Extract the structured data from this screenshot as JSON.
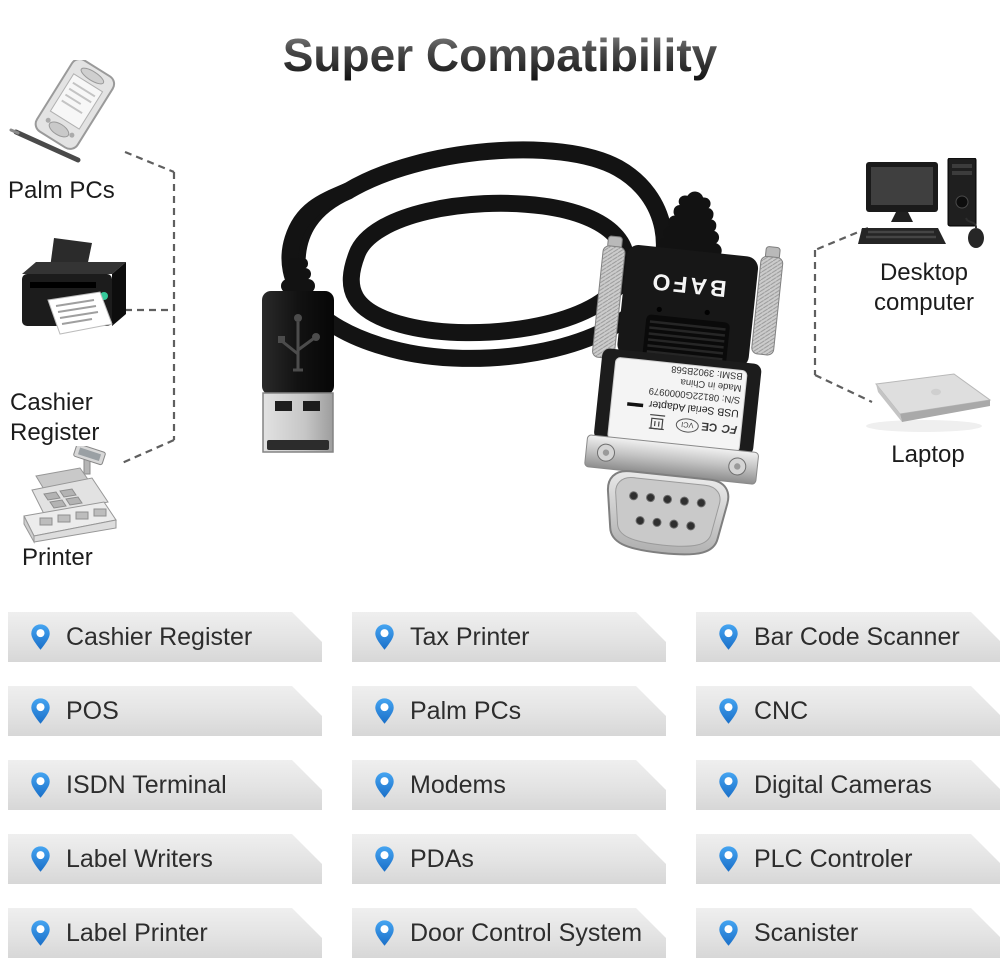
{
  "title": "Super Compatibility",
  "left_devices": [
    {
      "label": "Palm PCs",
      "icon": "palm-pc-icon"
    },
    {
      "label": "Cashier Register",
      "icon": "inkjet-printer-icon"
    },
    {
      "label": "Printer",
      "icon": "cash-register-icon"
    }
  ],
  "right_devices": [
    {
      "label": "Desktop computer",
      "icon": "desktop-computer-icon"
    },
    {
      "label": "Laptop",
      "icon": "laptop-icon"
    }
  ],
  "product": {
    "brand": "BAFO",
    "label_sticker": {
      "lines": [
        "USB Serial Adapter",
        "S/N: 08122G0000979",
        "Made in China",
        "BSMI: 3902B568"
      ],
      "marks": [
        "FC",
        "CE",
        "VCI"
      ]
    }
  },
  "compat": {
    "items": [
      {
        "label": "Cashier Register"
      },
      {
        "label": "Tax Printer"
      },
      {
        "label": "Bar Code Scanner"
      },
      {
        "label": "POS"
      },
      {
        "label": "Palm PCs"
      },
      {
        "label": "CNC"
      },
      {
        "label": "ISDN Terminal"
      },
      {
        "label": "Modems"
      },
      {
        "label": "Digital Cameras"
      },
      {
        "label": "Label Writers"
      },
      {
        "label": "PDAs"
      },
      {
        "label": "PLC Controler"
      },
      {
        "label": "Label Printer"
      },
      {
        "label": "Door Control System"
      },
      {
        "label": "Scanister"
      }
    ]
  },
  "colors": {
    "pin_blue": "#2F93E6",
    "pin_blue_dark": "#1A6FC8",
    "strip_gray": "#E3E3E3",
    "title_dark": "#0E0E0E"
  }
}
